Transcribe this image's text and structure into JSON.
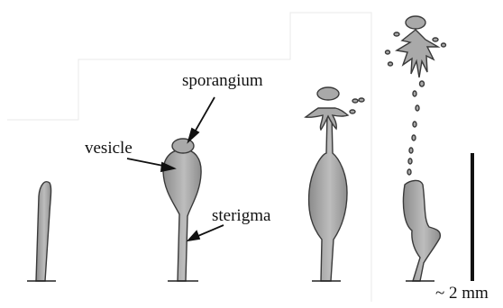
{
  "labels": {
    "sporangium": "sporangium",
    "vesicle": "vesicle",
    "sterigma": "sterigma",
    "scale": "~ 2 mm"
  },
  "colors": {
    "fill": "#a6a6a6",
    "fill_dark": "#7f7f7f",
    "outline": "#3a3a3a",
    "ink": "#111111",
    "page_edge": "#e9e9e9"
  }
}
